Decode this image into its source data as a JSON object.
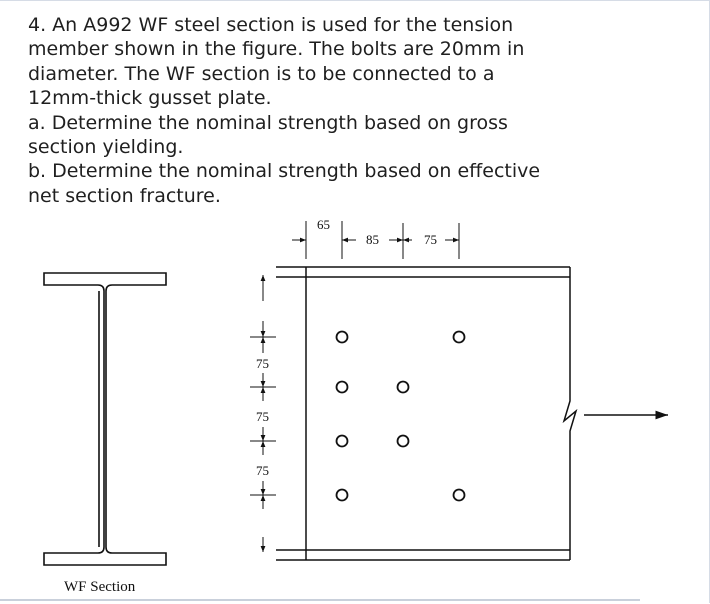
{
  "problem": {
    "lines": [
      "4. An A992 WF steel section is used for the tension",
      "member shown in the figure. The bolts are 20mm in",
      "diameter. The WF section is to be connected to a",
      "12mm-thick gusset plate.",
      "a. Determine the nominal strength based on gross",
      "section yielding.",
      "b. Determine the nominal strength based on effective",
      "net section fracture."
    ]
  },
  "figure": {
    "horizontal_dims": [
      "65",
      "85",
      "75"
    ],
    "vertical_dims": [
      "75",
      "75",
      "75"
    ],
    "caption": "WF Section"
  },
  "colors": {
    "text": "#1f1f1f",
    "line": "#111111",
    "frame": "#d6dce6"
  }
}
